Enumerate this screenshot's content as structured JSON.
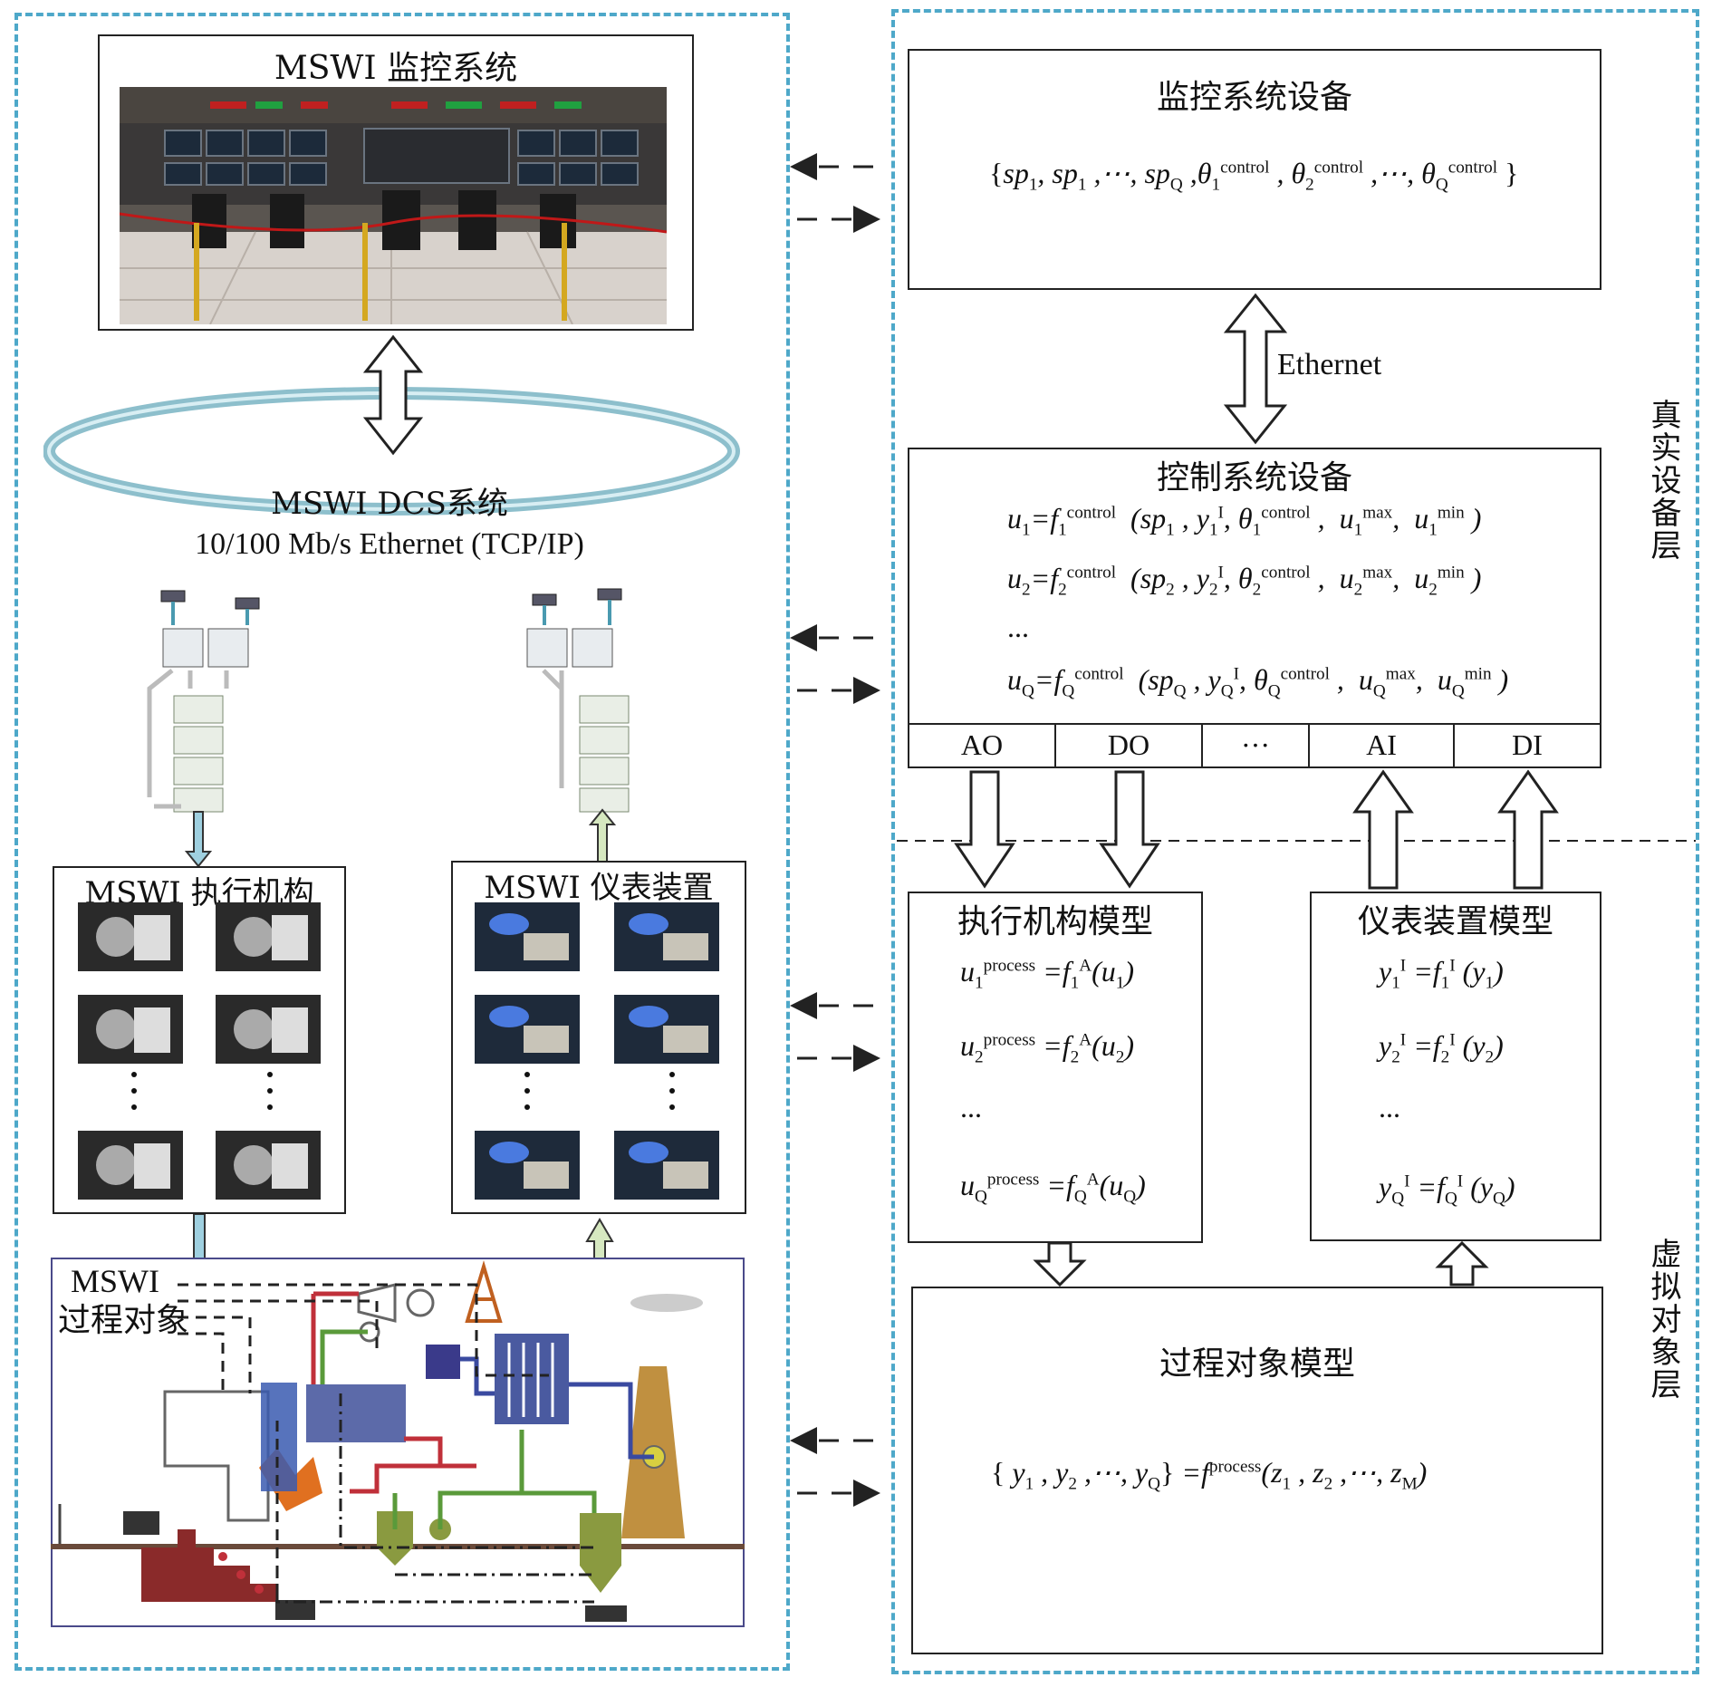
{
  "left": {
    "monitor_title": "MSWI 监控系统",
    "dcs_line1": "MSWI DCS系统",
    "dcs_line2": "10/100 Mb/s Ethernet (TCP/IP)",
    "actuator_title": "MSWI 执行机构",
    "instrument_title": "MSWI 仪表装置",
    "process_title_1": "MSWI",
    "process_title_2": "过程对象"
  },
  "right": {
    "monitor_device": {
      "title": "监控系统设备"
    },
    "ethernet_label": "Ethernet",
    "control_device": {
      "title": "控制系统设备",
      "dots": "...",
      "io": [
        "AO",
        "DO",
        "···",
        "AI",
        "DI"
      ]
    },
    "actuator_model": {
      "title": "执行机构模型",
      "dots": "..."
    },
    "instrument_model": {
      "title": "仪表装置模型",
      "dots": "..."
    },
    "process_model": {
      "title": "过程对象模型"
    },
    "layer_real": "真实设备层",
    "layer_virtual": "虚拟对象层"
  },
  "colors": {
    "panel_border": "#4ea8c9",
    "ring": "#9fcfdc",
    "pipe_red": "#c0303a",
    "pipe_green": "#5a9a3a",
    "pipe_blue": "#3a4aa0"
  }
}
